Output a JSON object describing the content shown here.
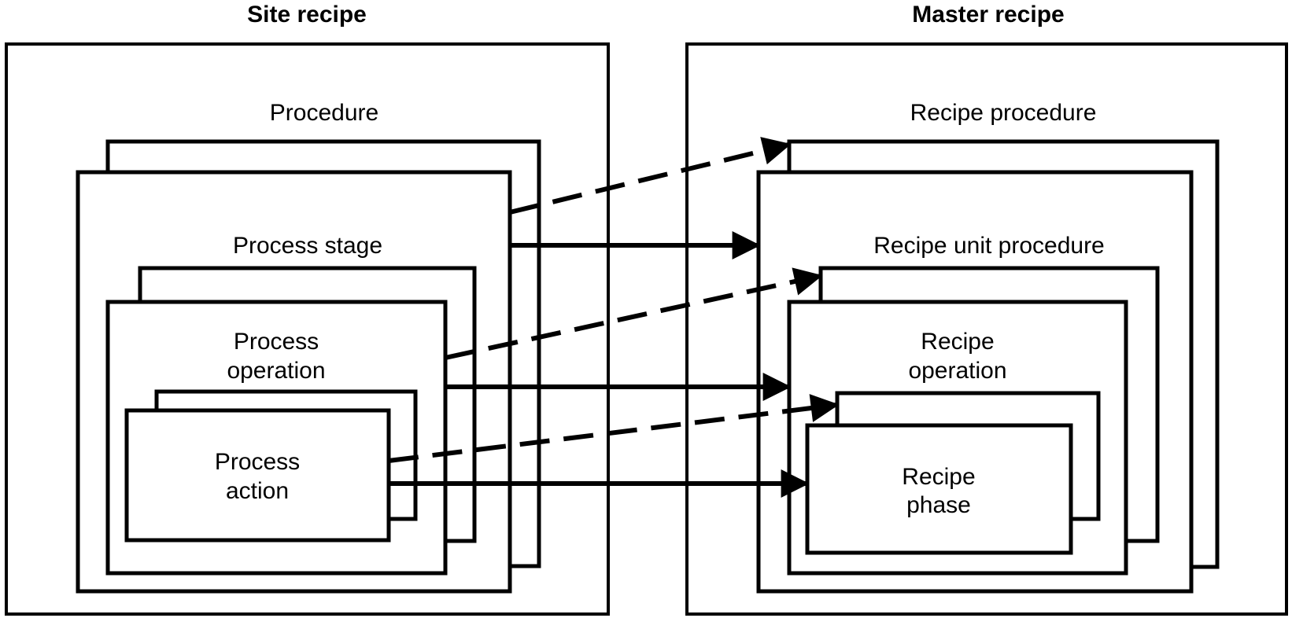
{
  "site_recipe": {
    "heading": "Site recipe",
    "procedure_label": "Procedure",
    "process_stage_label": "Process stage",
    "process_operation_label_line1": "Process",
    "process_operation_label_line2": "operation",
    "process_action_label_line1": "Process",
    "process_action_label_line2": "action"
  },
  "master_recipe": {
    "heading": "Master recipe",
    "recipe_procedure_label": "Recipe procedure",
    "recipe_unit_procedure_label": "Recipe unit procedure",
    "recipe_operation_label_line1": "Recipe",
    "recipe_operation_label_line2": "operation",
    "recipe_phase_label_line1": "Recipe",
    "recipe_phase_label_line2": "phase"
  },
  "connectors": [
    {
      "from": "Process stage",
      "to": "Recipe procedure",
      "style": "dashed"
    },
    {
      "from": "Process stage",
      "to": "Recipe unit procedure",
      "style": "solid"
    },
    {
      "from": "Process operation",
      "to": "Recipe unit procedure",
      "style": "dashed"
    },
    {
      "from": "Process operation",
      "to": "Recipe operation",
      "style": "solid"
    },
    {
      "from": "Process action",
      "to": "Recipe operation",
      "style": "dashed"
    },
    {
      "from": "Process action",
      "to": "Recipe phase",
      "style": "solid"
    }
  ]
}
